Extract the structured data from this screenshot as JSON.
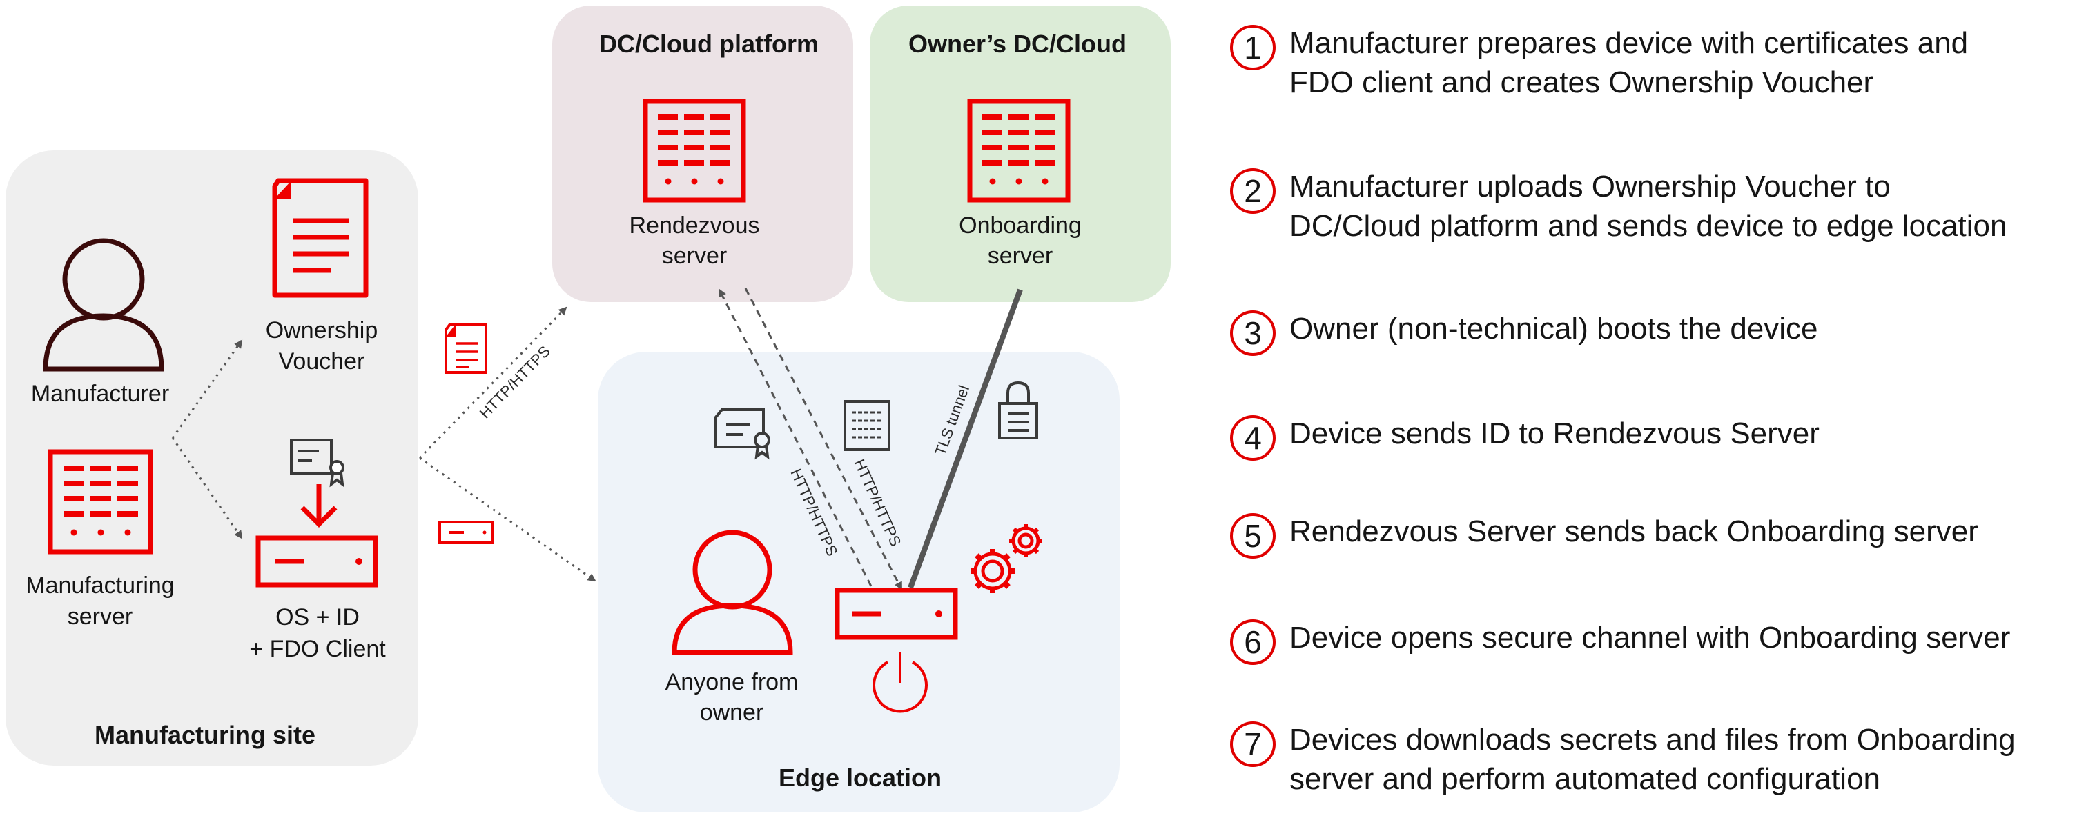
{
  "zones": {
    "manufacturing_site": "Manufacturing site",
    "dc_cloud_platform": "DC/Cloud platform",
    "owners_dc_cloud": "Owner’s DC/Cloud",
    "edge_location": "Edge location"
  },
  "nodes": {
    "manufacturer": "Manufacturer",
    "manufacturing_server_l1": "Manufacturing",
    "manufacturing_server_l2": "server",
    "ownership_voucher_l1": "Ownership",
    "ownership_voucher_l2": "Voucher",
    "os_id_l1": "OS + ID",
    "os_id_l2": "+ FDO Client",
    "rendezvous_l1": "Rendezvous",
    "rendezvous_l2": "server",
    "onboarding_l1": "Onboarding",
    "onboarding_l2": "server",
    "anyone_l1": "Anyone from",
    "anyone_l2": "owner"
  },
  "connectors": {
    "http_https": "HTTP/HTTPS",
    "tls_tunnel": "TLS tunnel"
  },
  "colors": {
    "accent": "#ee0000",
    "manufacturing_bg": "#efefef",
    "dc_platform_bg": "#ece3e6",
    "owner_bg": "#dcecd7",
    "edge_bg": "#eef3f9",
    "person_outline": "#3a0a0a"
  },
  "steps": [
    {
      "number": "1",
      "text": "Manufacturer prepares device with certificates and\nFDO client and creates Ownership Voucher"
    },
    {
      "number": "2",
      "text": "Manufacturer uploads Ownership Voucher to\nDC/Cloud platform and sends device to edge location"
    },
    {
      "number": "3",
      "text": "Owner (non-technical) boots the device"
    },
    {
      "number": "4",
      "text": "Device sends ID to Rendezvous Server"
    },
    {
      "number": "5",
      "text": "Rendezvous Server sends back Onboarding server"
    },
    {
      "number": "6",
      "text": "Device opens secure channel with Onboarding server"
    },
    {
      "number": "7",
      "text": "Devices downloads secrets and files from Onboarding\nserver and perform automated  configuration"
    }
  ]
}
